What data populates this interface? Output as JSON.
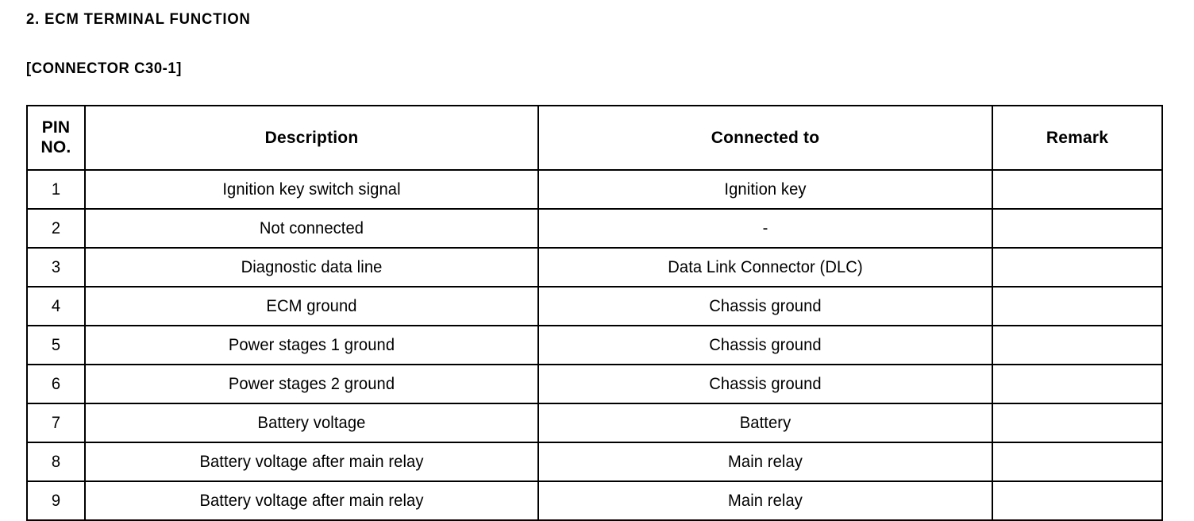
{
  "document": {
    "section_heading": "2. ECM TERMINAL FUNCTION",
    "connector_heading": "[CONNECTOR C30-1]"
  },
  "table": {
    "columns": [
      {
        "key": "pin",
        "label_line1": "PIN",
        "label_line2": "NO."
      },
      {
        "key": "description",
        "label": "Description"
      },
      {
        "key": "connected_to",
        "label": "Connected to"
      },
      {
        "key": "remark",
        "label": "Remark"
      }
    ],
    "rows": [
      {
        "pin": "1",
        "description": "Ignition key switch signal",
        "connected_to": "Ignition key",
        "remark": ""
      },
      {
        "pin": "2",
        "description": "Not connected",
        "connected_to": "-",
        "remark": ""
      },
      {
        "pin": "3",
        "description": "Diagnostic data line",
        "connected_to": "Data Link Connector (DLC)",
        "remark": ""
      },
      {
        "pin": "4",
        "description": "ECM ground",
        "connected_to": "Chassis ground",
        "remark": ""
      },
      {
        "pin": "5",
        "description": "Power stages 1 ground",
        "connected_to": "Chassis ground",
        "remark": ""
      },
      {
        "pin": "6",
        "description": "Power stages 2 ground",
        "connected_to": "Chassis ground",
        "remark": ""
      },
      {
        "pin": "7",
        "description": "Battery voltage",
        "connected_to": "Battery",
        "remark": ""
      },
      {
        "pin": "8",
        "description": "Battery voltage after main relay",
        "connected_to": "Main relay",
        "remark": ""
      },
      {
        "pin": "9",
        "description": "Battery voltage after main relay",
        "connected_to": "Main relay",
        "remark": ""
      }
    ]
  },
  "colors": {
    "ink": "#000000",
    "paper": "#ffffff"
  }
}
